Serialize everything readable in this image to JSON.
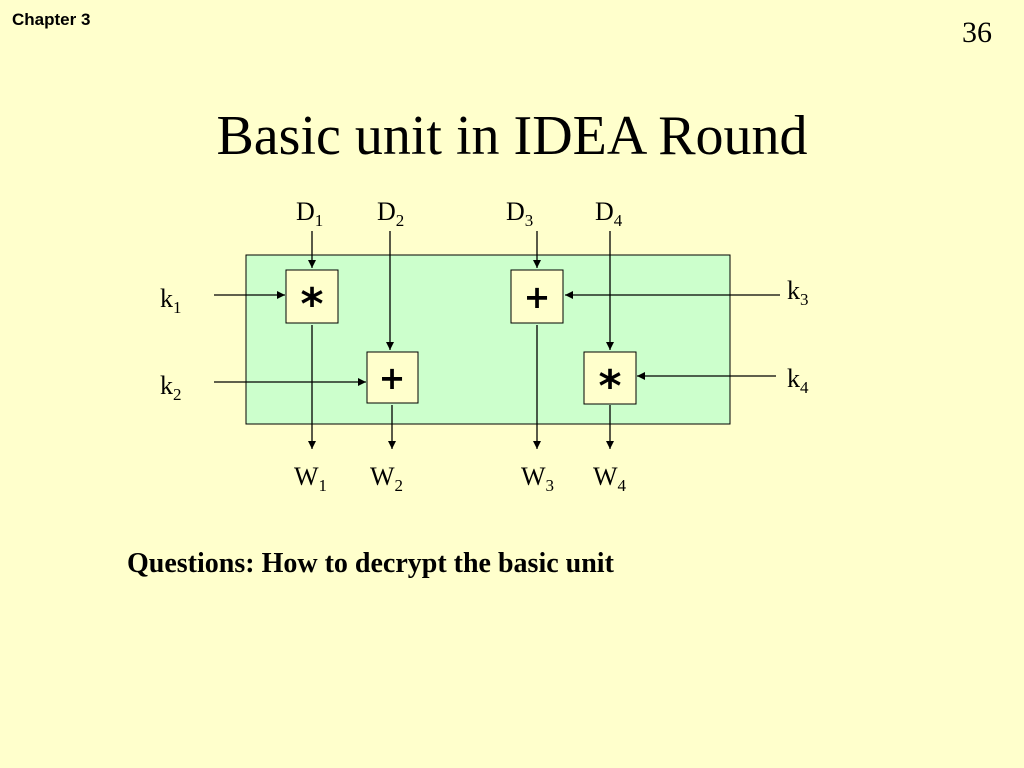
{
  "header": {
    "chapter": "Chapter 3",
    "slide_number": "36"
  },
  "title": "Basic unit in IDEA Round",
  "diagram": {
    "inputs": [
      {
        "base": "D",
        "sub": "1"
      },
      {
        "base": "D",
        "sub": "2"
      },
      {
        "base": "D",
        "sub": "3"
      },
      {
        "base": "D",
        "sub": "4"
      }
    ],
    "outputs": [
      {
        "base": "W",
        "sub": "1"
      },
      {
        "base": "W",
        "sub": "2"
      },
      {
        "base": "W",
        "sub": "3"
      },
      {
        "base": "W",
        "sub": "4"
      }
    ],
    "keys": [
      {
        "base": "k",
        "sub": "1"
      },
      {
        "base": "k",
        "sub": "2"
      },
      {
        "base": "k",
        "sub": "3"
      },
      {
        "base": "k",
        "sub": "4"
      }
    ],
    "operations": [
      {
        "symbol": "*"
      },
      {
        "symbol": "+"
      },
      {
        "symbol": "+"
      },
      {
        "symbol": "*"
      }
    ],
    "colors": {
      "background": "#ffffcc",
      "unit_fill": "#ccffcc",
      "op_fill": "#ffffcc",
      "line": "#000000"
    }
  },
  "question": "Questions: How to decrypt the basic unit"
}
